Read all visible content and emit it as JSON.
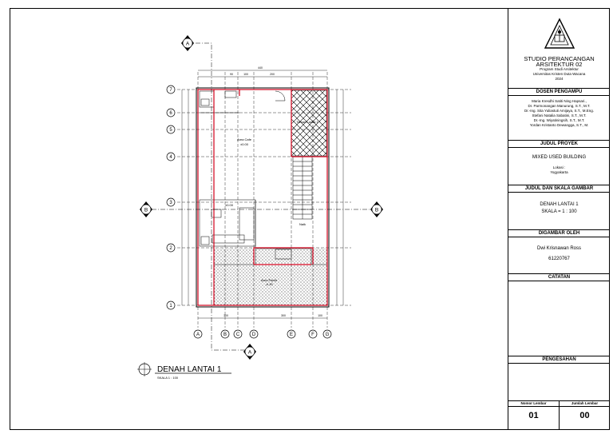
{
  "drawing": {
    "title": "DENAH LANTAI 1",
    "scale_label": "SKALA 1 : 100",
    "section_a": "A",
    "section_b": "B",
    "grid_rows": [
      "7",
      "6",
      "5",
      "4",
      "3",
      "2",
      "1"
    ],
    "grid_cols": [
      "A",
      "B",
      "C",
      "D",
      "E",
      "F",
      "G"
    ],
    "room_labels": {
      "area_cafe": "Area Cafe",
      "area_cafe_level": "±0.00",
      "kitchen_level": "±0.00",
      "parkir": "Area Parkir",
      "parkir_level": "-0.15",
      "stair_label": "Naik",
      "top_right": "Taman Lantai 1"
    },
    "dims_top": [
      "440",
      "90",
      "100",
      "200"
    ],
    "dims_bottom": [
      "300",
      "300",
      "100"
    ]
  },
  "titleblock": {
    "studio_line1": "STUDIO PERANCANGAN",
    "studio_line2": "ARSITEKTUR 02",
    "program": "Program Studi Arsitektur",
    "university": "Universitas Kristen Duta Wacana",
    "year": "2024",
    "dosen_heading": "DOSEN PENGAMPU",
    "dosen": [
      "Maria Kresdhi Satiti Ning Hapsari.,",
      "Dr. Parmonangan Manurung, S.T., M.T.",
      "Dr.-Ing. Sita Yuliastuti Amijaya, S.T., M.Eng.",
      "Stefani Natalia Sabatini, S.T., M.T.",
      "Dr.-Ing. Wiyatiningsih, S.T., M.T.",
      "Yordan Kristanto Dewangga, S.T., M."
    ],
    "proyek_heading": "JUDUL PROYEK",
    "proyek": "MIXED USED BUILDING",
    "lokasi_label": "Lokasi :",
    "lokasi": "Yogyakarta",
    "gambar_heading": "JUDUL DAN SKALA GAMBAR",
    "gambar_title": "DENAH LANTAI 1",
    "gambar_scale": "SKALA = 1 : 100",
    "digambar_heading": "DIGAMBAR OLEH",
    "digambar_name": "Dwi Krisnawan Ross",
    "digambar_nim": "61220767",
    "catatan_heading": "CATATAN",
    "pengesahan_heading": "PENGESAHAN",
    "nomor_label": "Nomor Lembar",
    "nomor_value": "01",
    "jumlah_label": "Jumlah Lembar",
    "jumlah_value": "00"
  }
}
